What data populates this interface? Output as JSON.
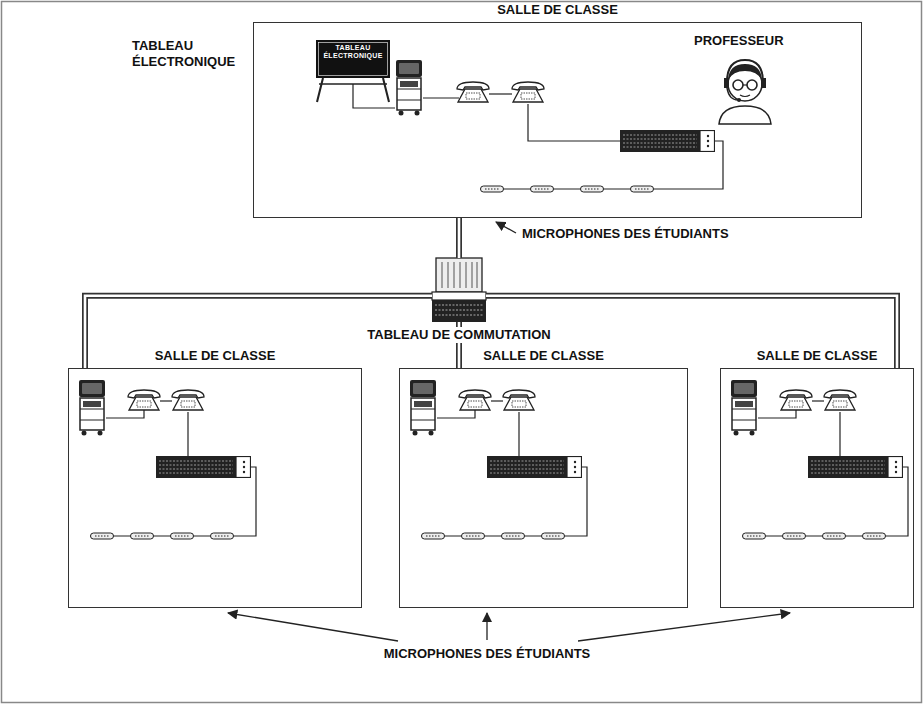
{
  "diagram": {
    "nodes": [
      {
        "text": [
          "SALLE DE CLASSE",
          "PROFESSEUR"
        ]
      },
      {
        "text": [
          "TABLEAU DE COMMUTATION"
        ]
      },
      {
        "text": [
          "SALLE DE CLASSE"
        ]
      },
      {
        "text": [
          "SALLE DE CLASSE"
        ]
      },
      {
        "text": [
          "SALLE DE CLASSE"
        ]
      }
    ],
    "edges": [
      {
        "from": 0,
        "to": 1,
        "arrow": "none"
      },
      {
        "from": 1,
        "to": 2,
        "arrow": "none"
      },
      {
        "from": 1,
        "to": 3,
        "arrow": "none"
      },
      {
        "from": 1,
        "to": 4,
        "arrow": "none"
      }
    ],
    "labels": [
      "TABLEAU ÉLECTRONIQUE",
      "TABLEAU ÉLECTRONIQUE",
      "MICROPHONES DES ÉTUDIANTS",
      "MICROPHONES DES ÉTUDIANTS"
    ]
  }
}
